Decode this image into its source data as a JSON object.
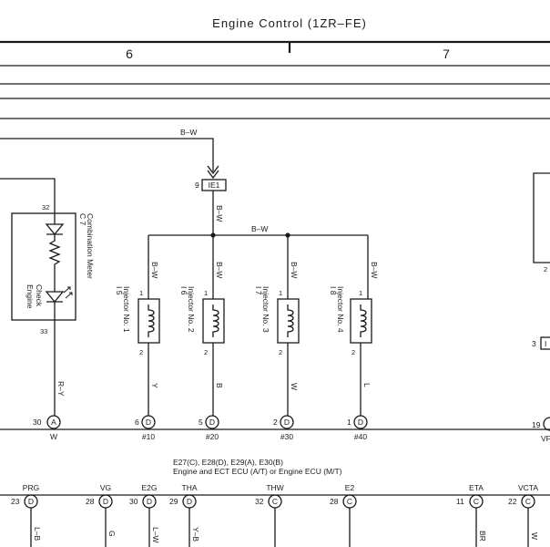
{
  "title": "Engine Control (1ZR–FE)",
  "columns": [
    "6",
    "7"
  ],
  "top_wire_color": "B–W",
  "ie1": {
    "pin": "9",
    "connector": "IE1",
    "wire": "B–W"
  },
  "bus_wire": "B–W",
  "meter": {
    "pin_top": "32",
    "pin_bottom": "33",
    "code": "C 7",
    "name": "Combination Meter",
    "lamp_line1": "Check",
    "lamp_line2": "Engine",
    "wire": "R–Y",
    "ecu_pin": "30",
    "ecu_conn": "A",
    "terminal": "W"
  },
  "injectors": [
    {
      "code": "I 5",
      "name": "Injector No. 1",
      "wire_top": "B–W",
      "wire_bottom": "Y",
      "ecu_pin": "6",
      "ecu_conn": "D",
      "terminal": "#10"
    },
    {
      "code": "I 6",
      "name": "Injector No. 2",
      "wire_top": "B–W",
      "wire_bottom": "B",
      "ecu_pin": "5",
      "ecu_conn": "D",
      "terminal": "#20"
    },
    {
      "code": "I 7",
      "name": "Injector No. 3",
      "wire_top": "B–W",
      "wire_bottom": "W",
      "ecu_pin": "2",
      "ecu_conn": "D",
      "terminal": "#30"
    },
    {
      "code": "I 8",
      "name": "Injector No. 4",
      "wire_top": "B–W",
      "wire_bottom": "L",
      "ecu_pin": "1",
      "ecu_conn": "D",
      "terminal": "#40"
    }
  ],
  "injector_pins": {
    "top": "1",
    "bottom": "2"
  },
  "right_edge": {
    "pin1": "2",
    "pin2": "3",
    "pin2_conn": "I",
    "pin3": "19",
    "terminal": "VF"
  },
  "ecu_label_line1": "E27(C), E28(D), E29(A), E30(B)",
  "ecu_label_line2": "Engine and ECT ECU (A/T) or Engine ECU (M/T)",
  "ecu_bottom": [
    {
      "terminal": "PRG",
      "pin": "23",
      "conn": "D",
      "wire": "L–B"
    },
    {
      "terminal": "VG",
      "pin": "28",
      "conn": "D",
      "wire": "G"
    },
    {
      "terminal": "E2G",
      "pin": "30",
      "conn": "D",
      "wire": "L–W"
    },
    {
      "terminal": "THA",
      "pin": "29",
      "conn": "D",
      "wire": "Y–B"
    },
    {
      "terminal": "THW",
      "pin": "32",
      "conn": "C",
      "wire": ""
    },
    {
      "terminal": "E2",
      "pin": "28",
      "conn": "C",
      "wire": ""
    },
    {
      "terminal": "ETA",
      "pin": "11",
      "conn": "C",
      "wire": "BR"
    },
    {
      "terminal": "VCTA",
      "pin": "22",
      "conn": "C",
      "wire": "W"
    }
  ]
}
